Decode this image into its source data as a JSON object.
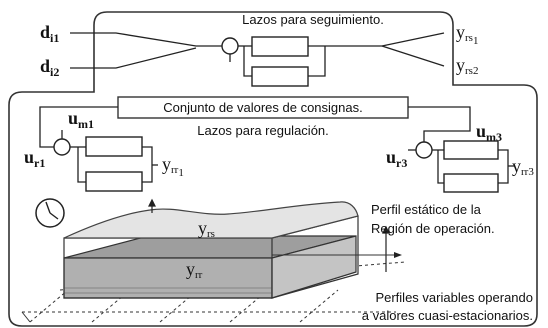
{
  "top": {
    "title": "Lazos para seguimiento.",
    "in1_main": "d",
    "in1_sub": "i1",
    "in2_main": "d",
    "in2_sub": "i2",
    "out1_main": "y",
    "out1_sub": "rs",
    "out1_idx": "1",
    "out2_main": "y",
    "out2_sub": "rs",
    "out2_idx": "2"
  },
  "setpoints": {
    "label": "Conjunto de valores de consignas."
  },
  "regulation": {
    "title": "Lazos para regulación."
  },
  "left_loop": {
    "u_in_main": "u",
    "u_in_sub": "r1",
    "u_m_main": "u",
    "u_m_sub": "m1",
    "y_main": "y",
    "y_sub": "rr",
    "y_idx": "1"
  },
  "right_loop": {
    "u_in_main": "u",
    "u_in_sub": "r3",
    "u_m_main": "u",
    "u_m_sub": "m3",
    "y_main": "y",
    "y_sub": "rr3"
  },
  "region": {
    "static_line1": "Perfil estático de la",
    "static_line2": "Región de operación.",
    "variable_line1": "Perfiles variables operando",
    "variable_line2": "a valores cuasi-estacionarios.",
    "yrs_main": "y",
    "yrs_sub": "rs",
    "yrr_main": "y",
    "yrr_sub": "rr"
  },
  "icons": {
    "clock": "clock-icon"
  }
}
